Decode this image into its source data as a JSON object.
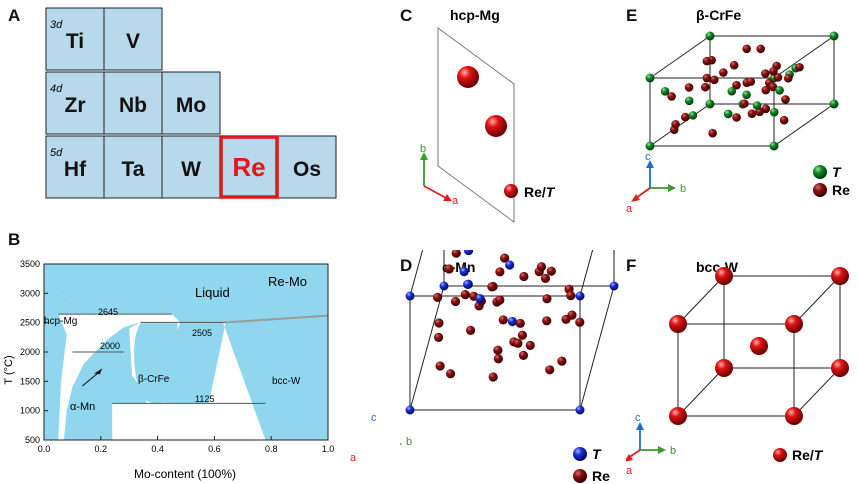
{
  "panels": {
    "A": "A",
    "B": "B",
    "C": "C",
    "D": "D",
    "E": "E",
    "F": "F"
  },
  "periodic_table": {
    "rows": [
      {
        "period": "3d",
        "elements": [
          "Ti",
          "V"
        ]
      },
      {
        "period": "4d",
        "elements": [
          "Zr",
          "Nb",
          "Mo"
        ]
      },
      {
        "period": "5d",
        "elements": [
          "Hf",
          "Ta",
          "W",
          "Re",
          "Os"
        ]
      }
    ],
    "highlight": "Re",
    "cell_color": "#b8d8ec",
    "highlight_color": "#e0181b"
  },
  "phase_diagram": {
    "system_label": "Re-Mo",
    "liquid_label": "Liquid",
    "ylabel": "T (°C)",
    "xlabel": "Mo-content (100%)",
    "x_ticks": [
      "0.0",
      "0.2",
      "0.4",
      "0.6",
      "0.8",
      "1.0"
    ],
    "y_ticks": [
      "500",
      "1000",
      "1500",
      "2000",
      "2500",
      "3000",
      "3500"
    ],
    "phase_labels": {
      "hcp": "hcp-Mg",
      "sigma": "β-CrFe",
      "alpha": "α-Mn",
      "bcc": "bcc-W"
    },
    "isotherms": {
      "t2645": "2645",
      "t2505": "2505",
      "t2000": "2000",
      "t1125": "1125"
    },
    "fill_color": "#8fd6ee"
  },
  "structures": {
    "hcp": {
      "title": "hcp-Mg",
      "legend": "Re/",
      "legend_italic": "T"
    },
    "alpha": {
      "title": "α-Mn",
      "legend_t": "T",
      "legend_re": "Re"
    },
    "sigma": {
      "title": "β-CrFe",
      "legend_t": "T",
      "legend_re": "Re"
    },
    "bcc": {
      "title": "bcc-W",
      "legend": "Re/",
      "legend_italic": "T"
    }
  },
  "axes_labels": {
    "a": "a",
    "b": "b",
    "c": "c"
  },
  "colors": {
    "red_atom": "#cc0a0a",
    "dark_red_atom": "#7a0c0c",
    "blue_atom": "#1a2fd8",
    "green_atom": "#0f7a1f",
    "axis_a": "#e02020",
    "axis_b": "#3a9a2a",
    "axis_c": "#1a6fd0"
  }
}
